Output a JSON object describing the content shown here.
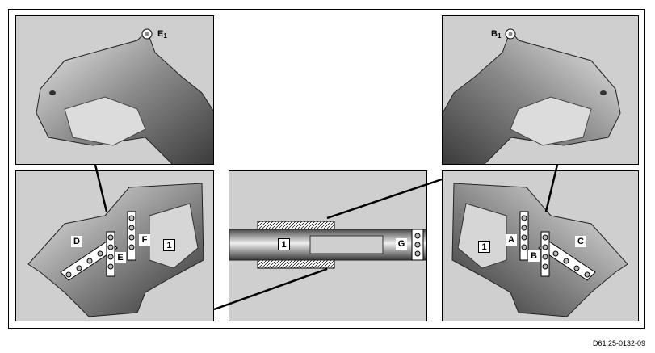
{
  "figure": {
    "reference_code": "D61.25-0132-09"
  },
  "labels": {
    "e1_letter": "E",
    "e1_sub": "1",
    "b1_letter": "B",
    "b1_sub": "1",
    "part_1": "1",
    "a": "A",
    "b": "B",
    "c": "C",
    "d": "D",
    "e": "E",
    "f": "F",
    "g": "G"
  }
}
